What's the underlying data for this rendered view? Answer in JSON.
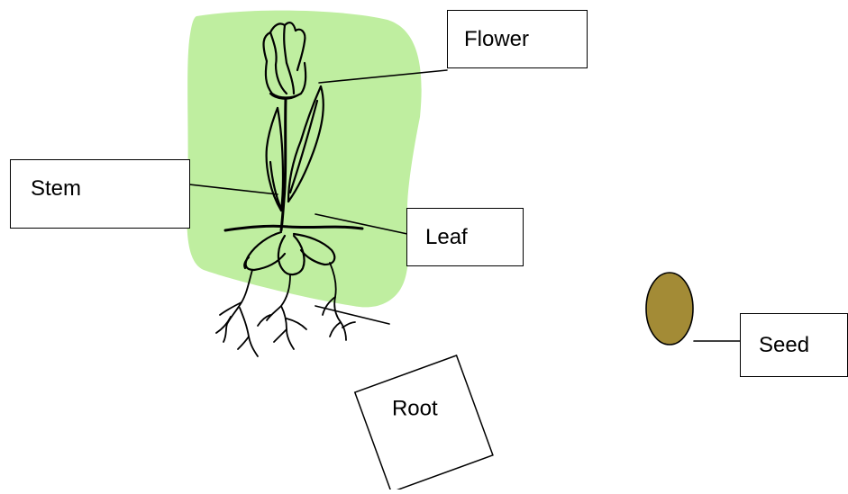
{
  "labels": {
    "flower": "Flower",
    "stem": "Stem",
    "leaf": "Leaf",
    "root": "Root",
    "seed": "Seed"
  },
  "colors": {
    "background_blob": "#bfeea0",
    "seed_fill": "#a38b36",
    "outline": "#000000"
  }
}
